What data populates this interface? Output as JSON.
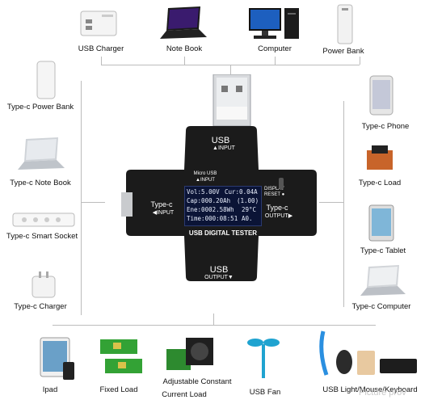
{
  "devices": {
    "top": [
      {
        "key": "usb_charger",
        "label": "USB Charger"
      },
      {
        "key": "note_book",
        "label": "Note Book"
      },
      {
        "key": "computer",
        "label": "Computer"
      },
      {
        "key": "power_bank",
        "label": "Power Bank"
      }
    ],
    "left": [
      {
        "key": "typec_power_bank",
        "label": "Type-c Power Bank"
      },
      {
        "key": "typec_note_book",
        "label": "Type-c Note Book"
      },
      {
        "key": "typec_smart_socket",
        "label": "Type-c Smart Socket"
      },
      {
        "key": "typec_charger",
        "label": "Type-c Charger"
      }
    ],
    "right": [
      {
        "key": "typec_phone",
        "label": "Type-c Phone"
      },
      {
        "key": "typec_load",
        "label": "Type-c Load"
      },
      {
        "key": "typec_tablet",
        "label": "Type-c Tablet"
      },
      {
        "key": "typec_computer",
        "label": "Type-c Computer"
      }
    ],
    "bottom": [
      {
        "key": "ipad",
        "label": "Ipad"
      },
      {
        "key": "fixed_load",
        "label": "Fixed Load"
      },
      {
        "key": "adjustable_load",
        "label": "Adjustable Constant\nCurrent Load"
      },
      {
        "key": "usb_fan",
        "label": "USB Fan"
      },
      {
        "key": "usb_light",
        "label": "USB Light/Mouse/Keyboard"
      }
    ]
  },
  "tester": {
    "usb_input": "USB",
    "usb_input_sub": "▲INPUT",
    "micro_usb": "Micro USB",
    "micro_usb_sub": "▲INPUT",
    "typec_input": "Type-c",
    "typec_input_sub": "◀INPUT",
    "display_reset": "DISPLAY\nRESET ●",
    "typec_output": "Type-c",
    "typec_output_sub": "OUTPUT▶",
    "title": "USB DIGITAL TESTER",
    "usb_output": "USB",
    "usb_output_sub": "OUTPUT▼",
    "screen": {
      "row1_left": "Vol:5.00V",
      "row1_right": "Cur:0.04A",
      "row2_left": "Cap:000.20Ah",
      "row2_right": "(1.00)",
      "row3_left": "Ene:0002.58Wh",
      "row3_right": "29°C",
      "row4_left": "Time:000:08:51",
      "row4_right": "A0."
    }
  },
  "watermark": "Picture prov",
  "colors": {
    "line": "#bcbcbc",
    "device_body": "#1b1b1b",
    "screen": "#0b1436",
    "screen_text": "#e8eefc"
  }
}
